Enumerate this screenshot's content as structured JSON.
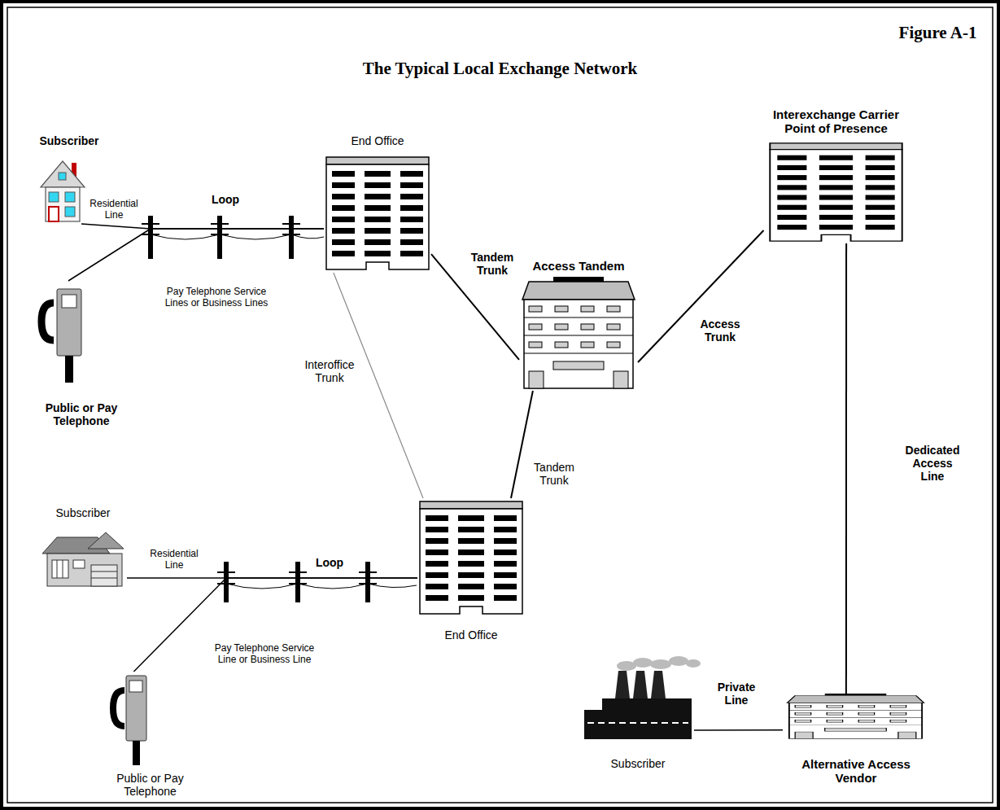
{
  "diagram": {
    "title": "The Typical Local Exchange Network",
    "nodes": [
      {
        "text": [
          "Subscriber"
        ]
      },
      {
        "text": [
          "Public or Pay Telephone"
        ]
      },
      {
        "text": [
          "End Office"
        ]
      },
      {
        "text": [
          "Access Tandem"
        ]
      },
      {
        "text": [
          "Interexchange Carrier Point of Presence"
        ]
      },
      {
        "text": [
          "End Office"
        ]
      },
      {
        "text": [
          "Subscriber"
        ]
      },
      {
        "text": [
          "Public or Pay Telephone"
        ]
      },
      {
        "text": [
          "Subscriber"
        ]
      },
      {
        "text": [
          "Alternative Access Vendor"
        ]
      }
    ],
    "edges": [
      {
        "from": 0,
        "to": 2,
        "label": "Residential Line",
        "arrow": "none"
      },
      {
        "from": 1,
        "to": 2,
        "label": "Pay Telephone Service Lines or Business Lines",
        "arrow": "none"
      },
      {
        "from": 2,
        "to": 3,
        "label": "Tandem Trunk",
        "arrow": "none"
      },
      {
        "from": 2,
        "to": 5,
        "label": "Interoffice Trunk",
        "arrow": "none"
      },
      {
        "from": 3,
        "to": 4,
        "label": "Access Trunk",
        "arrow": "none"
      },
      {
        "from": 3,
        "to": 5,
        "label": "Tandem Trunk",
        "arrow": "none"
      },
      {
        "from": 4,
        "to": 9,
        "label": "Dedicated Access Line",
        "arrow": "none"
      },
      {
        "from": 6,
        "to": 5,
        "label": "Residential Line",
        "arrow": "none"
      },
      {
        "from": 7,
        "to": 5,
        "label": "Pay Telephone Service Line or Business Line",
        "arrow": "none"
      },
      {
        "from": 8,
        "to": 9,
        "label": "Private Line",
        "arrow": "none"
      }
    ],
    "labels": [
      "Figure A-1",
      "Loop",
      "Loop"
    ]
  }
}
